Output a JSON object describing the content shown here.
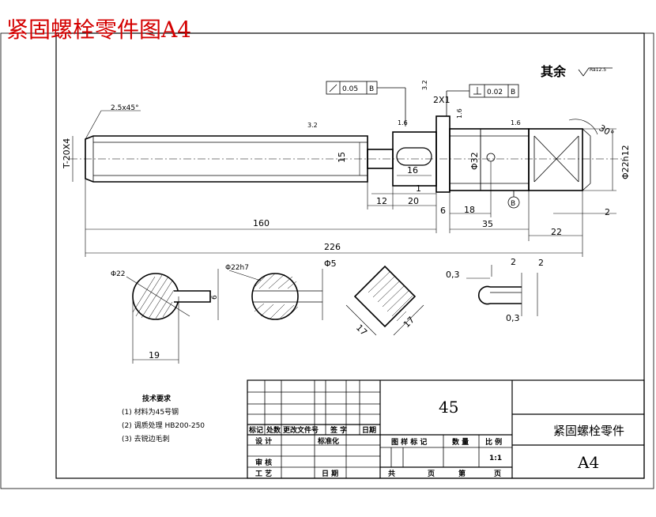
{
  "header": {
    "title": "紧固螺栓零件图A4"
  },
  "notes": {
    "rest_roughness_label": "其余",
    "rest_roughness_value": "Ra12.5",
    "tech_title": "技术要求",
    "tech_items": [
      "(1) 材料为45号钢",
      "(2) 调质处理  HB200-250",
      "(3) 去锐边毛刺"
    ]
  },
  "tolerances": {
    "runout_value": "0.05",
    "runout_datum": "B",
    "perp_value": "0.02",
    "perp_datum": "B",
    "datum_letter": "B"
  },
  "dims": {
    "chamfer": "2.5x45°",
    "thread": "T-20X4",
    "dia_15": "15",
    "rough_32": "3.2",
    "rough_32b": "3.2",
    "rough_16a": "1.6",
    "rough_16b": "1.6",
    "rough_16c": "1.6",
    "groove": "2X1",
    "dia32": "Φ32",
    "dia22h12": "Φ22h12",
    "angle30": "30°",
    "d16": "16",
    "d12": "12",
    "d1": "1",
    "d20": "20",
    "d6": "6",
    "d18": "18",
    "d2": "2",
    "d160": "160",
    "d35": "35",
    "d22": "22",
    "d226": "226",
    "sec_a_dia": "Φ22",
    "sec_a_key": "6",
    "sec_a_19": "19",
    "sec_b_dia": "Φ22h7",
    "sec_b_hole": "Φ5",
    "sq_17a": "17",
    "sq_17b": "17",
    "det_03a": "0,3",
    "det_2a": "2",
    "det_2b": "2",
    "det_03b": "0,3"
  },
  "title_block": {
    "material": "45",
    "part_name": "紧固螺栓零件",
    "sheet_size": "A4",
    "col_mark": "标记",
    "col_count": "处数",
    "col_change": "更改文件号",
    "col_sign": "签  字",
    "col_date": "日期",
    "design": "设  计",
    "standard": "标准化",
    "review": "审  核",
    "process": "工  艺",
    "date2": "日 期",
    "stage_mark": "图 样 标 记",
    "quantity": "数  量",
    "scale_label": "比  例",
    "scale_value": "1:1",
    "total": "共",
    "page_unit": "页",
    "page_no": "第",
    "page_unit2": "页"
  }
}
